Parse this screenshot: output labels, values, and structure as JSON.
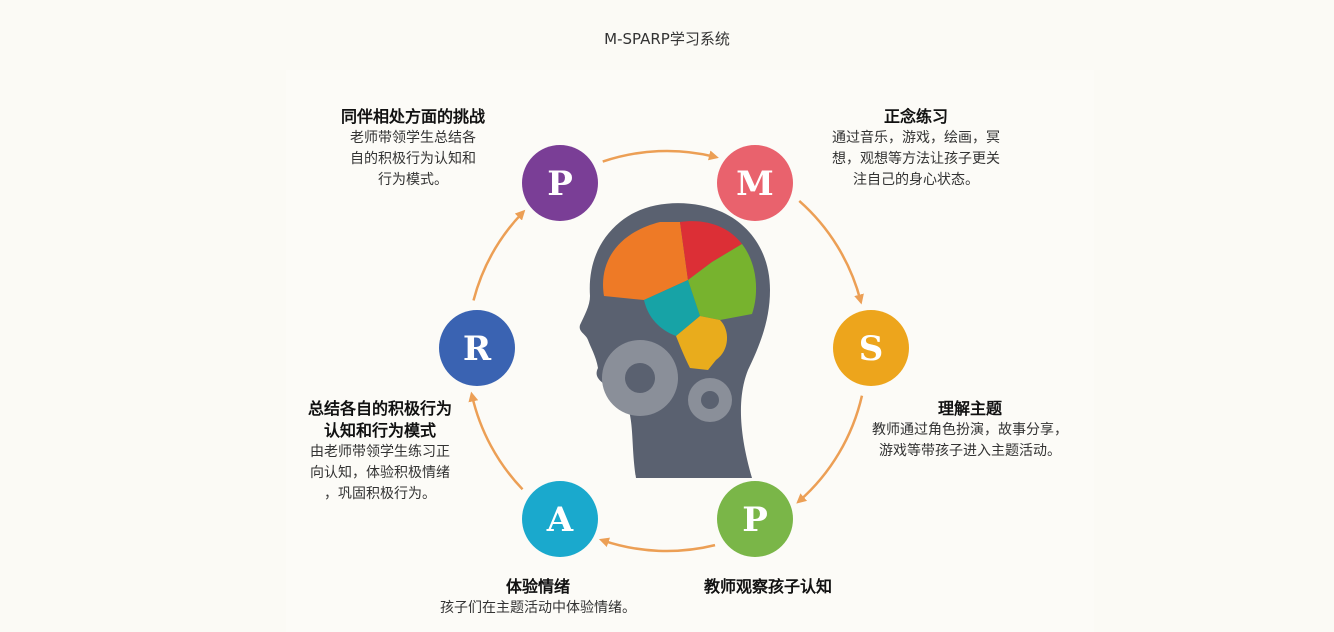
{
  "header": {
    "title": "M-SPARP学习系统"
  },
  "nodes": [
    {
      "id": "m",
      "letter": "M",
      "color": "#e9626d"
    },
    {
      "id": "s",
      "letter": "S",
      "color": "#eda51c"
    },
    {
      "id": "p2",
      "letter": "P",
      "color": "#7ab648"
    },
    {
      "id": "a",
      "letter": "A",
      "color": "#1aa9cd"
    },
    {
      "id": "r",
      "letter": "R",
      "color": "#3a63b2"
    },
    {
      "id": "p1",
      "letter": "P",
      "color": "#7a3e96"
    }
  ],
  "arrow_color": "#ec9f55",
  "blocks": {
    "peer": {
      "title": "同伴相处方面的挑战",
      "lines": [
        "老师带领学生总结各",
        "自的积极行为认知和",
        "行为模式。"
      ]
    },
    "mindfulness": {
      "title": "正念练习",
      "lines": [
        "通过音乐，游戏，绘画，冥",
        "想，观想等方法让孩子更关",
        "注自己的身心状态。"
      ]
    },
    "theme": {
      "title": "理解主题",
      "lines": [
        "教师通过角色扮演，故事分享，",
        "游戏等带孩子进入主题活动。"
      ]
    },
    "observe": {
      "title": "教师观察孩子认知",
      "lines": []
    },
    "experience": {
      "title": "体验情绪",
      "lines": [
        "孩子们在主题活动中体验情绪。"
      ]
    },
    "summary": {
      "title_lines": [
        "总结各自的积极行为",
        "认知和行为模式"
      ],
      "lines": [
        "由老师带领学生练习正",
        "向认知，体验积极情绪",
        "，巩固积极行为。"
      ]
    }
  },
  "head": {
    "silhouette_color": "#5a6170",
    "gear_color": "#8a8f99",
    "brain_colors": [
      "#ee7a26",
      "#dc2f36",
      "#17a3a6",
      "#77b32e",
      "#e9ac1c"
    ]
  }
}
